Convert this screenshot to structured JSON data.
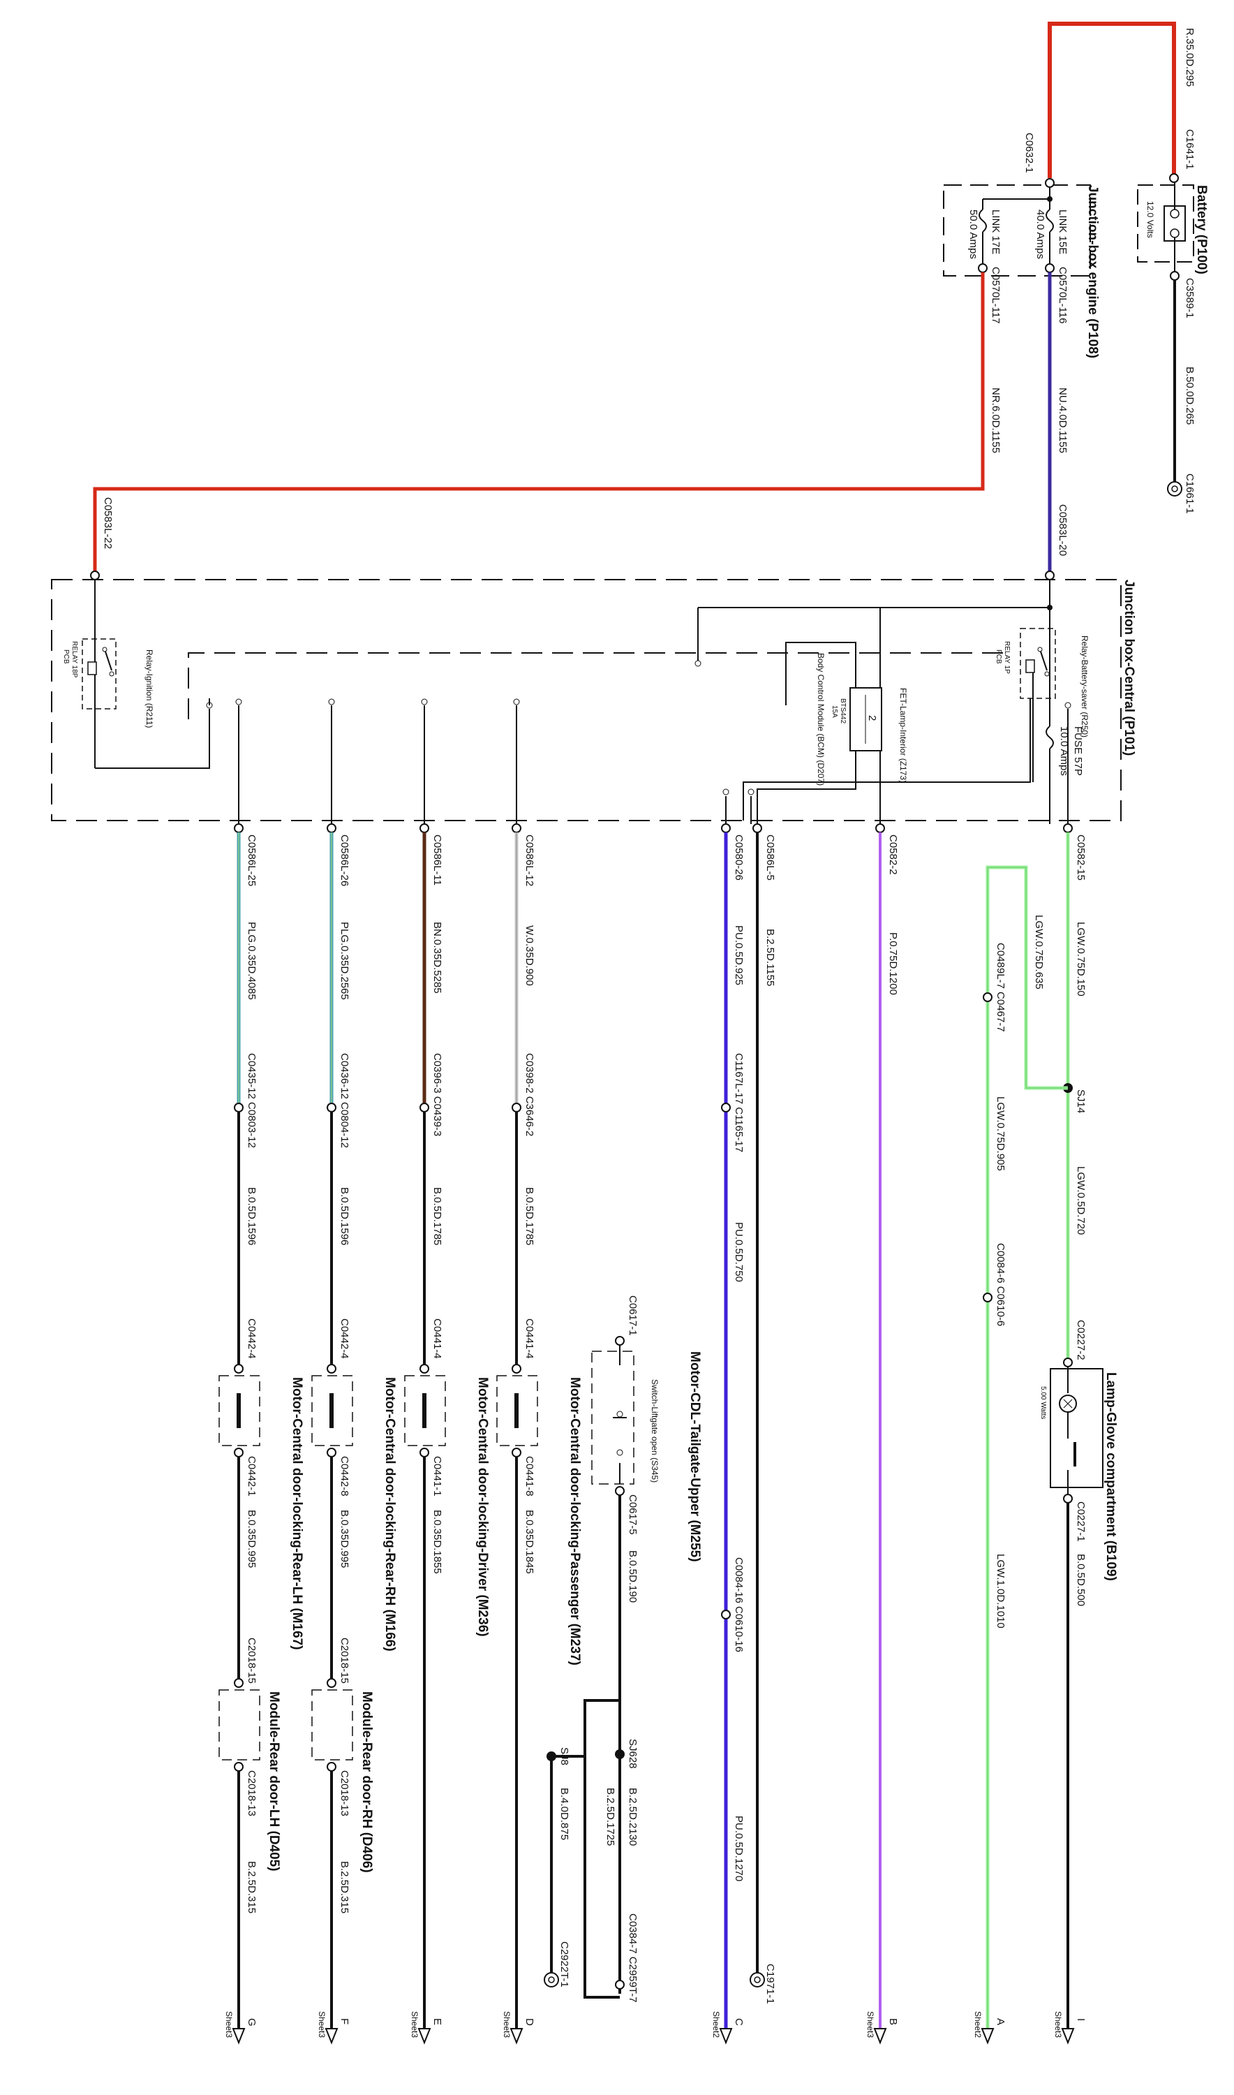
{
  "colors": {
    "red": "#d62a18",
    "navy": "#3a2a9e",
    "brown": "#5a2a14",
    "black": "#111111",
    "light_green": "#9af09a",
    "violet": "#b060f0",
    "blue_violet": "#4020d8",
    "teal": "#4aa0b0",
    "grey_white": "#c8c8c8"
  },
  "battery": {
    "title": "Battery (P100)",
    "voltage": "12.0 Volts",
    "pos_connector": "C1641-1",
    "neg_connector": "C3589-1",
    "pos_wire": "R.35.0D.295",
    "neg_wire": "B.50.0D.265",
    "ground": "C1661-1"
  },
  "engine_box": {
    "title": "Junction-box engine (P108)",
    "in_connector": "C0632-1",
    "link_a_name": "LINK 15E",
    "link_a_rating": "40.0 Amps",
    "link_a_out": "C0570L-116",
    "link_a_wire": "NU.4.0D.1155",
    "link_b_name": "LINK 17E",
    "link_b_rating": "50.0 Amps",
    "link_b_out": "C0570L-117",
    "link_b_wire": "NR.6.0D.1155",
    "conn_nu": "C0583L-20",
    "conn_nr": "C0583L-22"
  },
  "central_box": {
    "title": "Junction box-Central (P101)",
    "fuse_name": "FUSE 57P",
    "fuse_rating": "10.0 Amps",
    "relay_saver_label": "Relay-Battery-saver (R250)",
    "relay_saver_code": "RELAY 1P",
    "relay_saver_pcb": "PCB",
    "fet_label": "FET-Lamp-Interior (Z173)",
    "fet_code": "BTS442",
    "fet_num": "2",
    "fet_rating": "15A",
    "bcm_label": "Body Control Module (BCM) (D207)",
    "relay_ign_label": "Relay-Ignition (R211)",
    "relay_ign_code": "RELAY 18P",
    "relay_ign_pcb": "PCB"
  },
  "circuits": [
    {
      "conn": "C0582-15",
      "wire": "LGW.0.75D.150"
    },
    {
      "conn": "C0582-2",
      "wire": "P.0.75D.1200",
      "sheet": "Sheet3",
      "letter": "B"
    },
    {
      "conn": "C0586L-5",
      "wire": "B.2.5D.1155",
      "far_conn": "C1971-1"
    },
    {
      "conn": "C0580-26",
      "wire": "PU.0.5D.925",
      "mid_conn": "C1167L-17 C1165-17",
      "mid_wire": "PU.0.5D.750",
      "far_conn": "C0084-16 C0610-16",
      "far_wire": "PU.0.5D.1270",
      "sheet": "Sheet2",
      "letter": "C"
    },
    {
      "conn": "C0586L-12",
      "wire": "W.0.35D.900",
      "mid_conn": "C0398-2 C3646-2",
      "mid_wire": "B.0.5D.1785",
      "sheet": "Sheet3",
      "letter": "D"
    },
    {
      "conn": "C0586L-11",
      "wire": "BN.0.35D.5285",
      "mid_conn": "C0396-3 C0439-3",
      "mid_wire": "B.0.5D.1785",
      "sheet": "Sheet3",
      "letter": "E"
    },
    {
      "conn": "C0586L-26",
      "wire": "PLG.0.35D.2565",
      "mid_conn": "C0436-12 C0804-12",
      "mid_wire": "B.0.5D.1596",
      "sheet": "Sheet3",
      "letter": "F"
    },
    {
      "conn": "C0586L-25",
      "wire": "PLG.0.35D.4085",
      "mid_conn": "C0435-12 C0803-12",
      "mid_wire": "B.0.5D.1596",
      "sheet": "Sheet3",
      "letter": "G"
    }
  ],
  "lgw_branch": {
    "wire_a": "LGW.0.75D.635",
    "conn_a": "C0489L-7 C0467-7",
    "wire_b": "LGW.0.75D.905",
    "splice": "SJ14",
    "wire_c": "LGW.0.5D.720",
    "conn_c": "C0084-6 C0610-6",
    "lamp_in": "C0227-2",
    "lamp_title": "Lamp-Glove compartment (B109)",
    "lamp_watt": "5.00 Watts",
    "lamp_out": "C0227-1",
    "lamp_wire": "B.0.5D.500",
    "green_wire": "LGW.1.0D.1010",
    "sheet_a": "Sheet2",
    "letter_a": "A",
    "sheet_i": "Sheet3",
    "letter_i": "I"
  },
  "tailgate": {
    "title": "Motor-CDL-Tailgate-Upper (M255)",
    "switch": "Switch-Liftgate open (S345)",
    "in_conn": "C0617-1",
    "out_conn": "C0617-5",
    "wire": "B.0.5D.190",
    "splice": "SJ628",
    "splice_wire": "B.2.5D.2130",
    "wire2": "B.2.5D.1725",
    "conn2": "C0384-7 C2959T-7",
    "sj8": "SJ8",
    "sj8_wire": "B.4.0D.875",
    "ground": "C2922T-1"
  },
  "motors": [
    {
      "title": "Motor-Central door-locking-Passenger (M237)",
      "in": "C0441-4",
      "out": "C0441-8",
      "wire": "B.0.35D.1845"
    },
    {
      "title": "Motor-Central door-locking-Driver (M236)",
      "in": "C0441-4",
      "out": "C0441-1",
      "wire": "B.0.35D.1855"
    },
    {
      "title": "Motor-Central door-locking-Rear-RH (M166)",
      "in": "C0442-4",
      "out": "C0442-8",
      "wire": "B.0.35D.995"
    },
    {
      "title": "Motor-Central door-locking-Rear-LH (M167)",
      "in": "C0442-4",
      "out": "C0442-1",
      "wire": "B.0.35D.995"
    }
  ],
  "rear_modules": [
    {
      "title": "Module-Rear door-RH (D406)",
      "in": "C2018-15",
      "out": "C2018-13",
      "wire": "B.2.5D.315"
    },
    {
      "title": "Module-Rear door-LH (D405)",
      "in": "C2018-15",
      "out": "C2018-13",
      "wire": "B.2.5D.315"
    }
  ]
}
